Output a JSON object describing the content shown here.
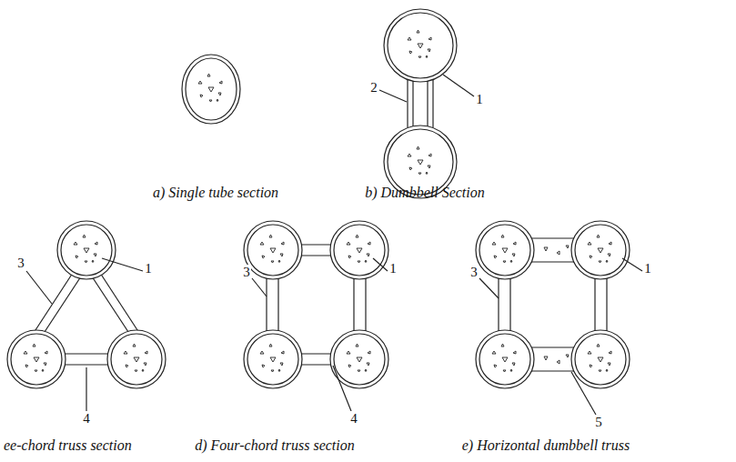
{
  "diagram": {
    "labels": [
      "a) Single tube section",
      "b) Dumbbell Section",
      "2",
      "1",
      "3",
      "1",
      "4",
      "3",
      "1",
      "4",
      "3",
      "1",
      "5",
      "ee-chord truss section",
      "d) Four-chord truss section",
      "e) Horizontal dumbbell truss"
    ]
  }
}
